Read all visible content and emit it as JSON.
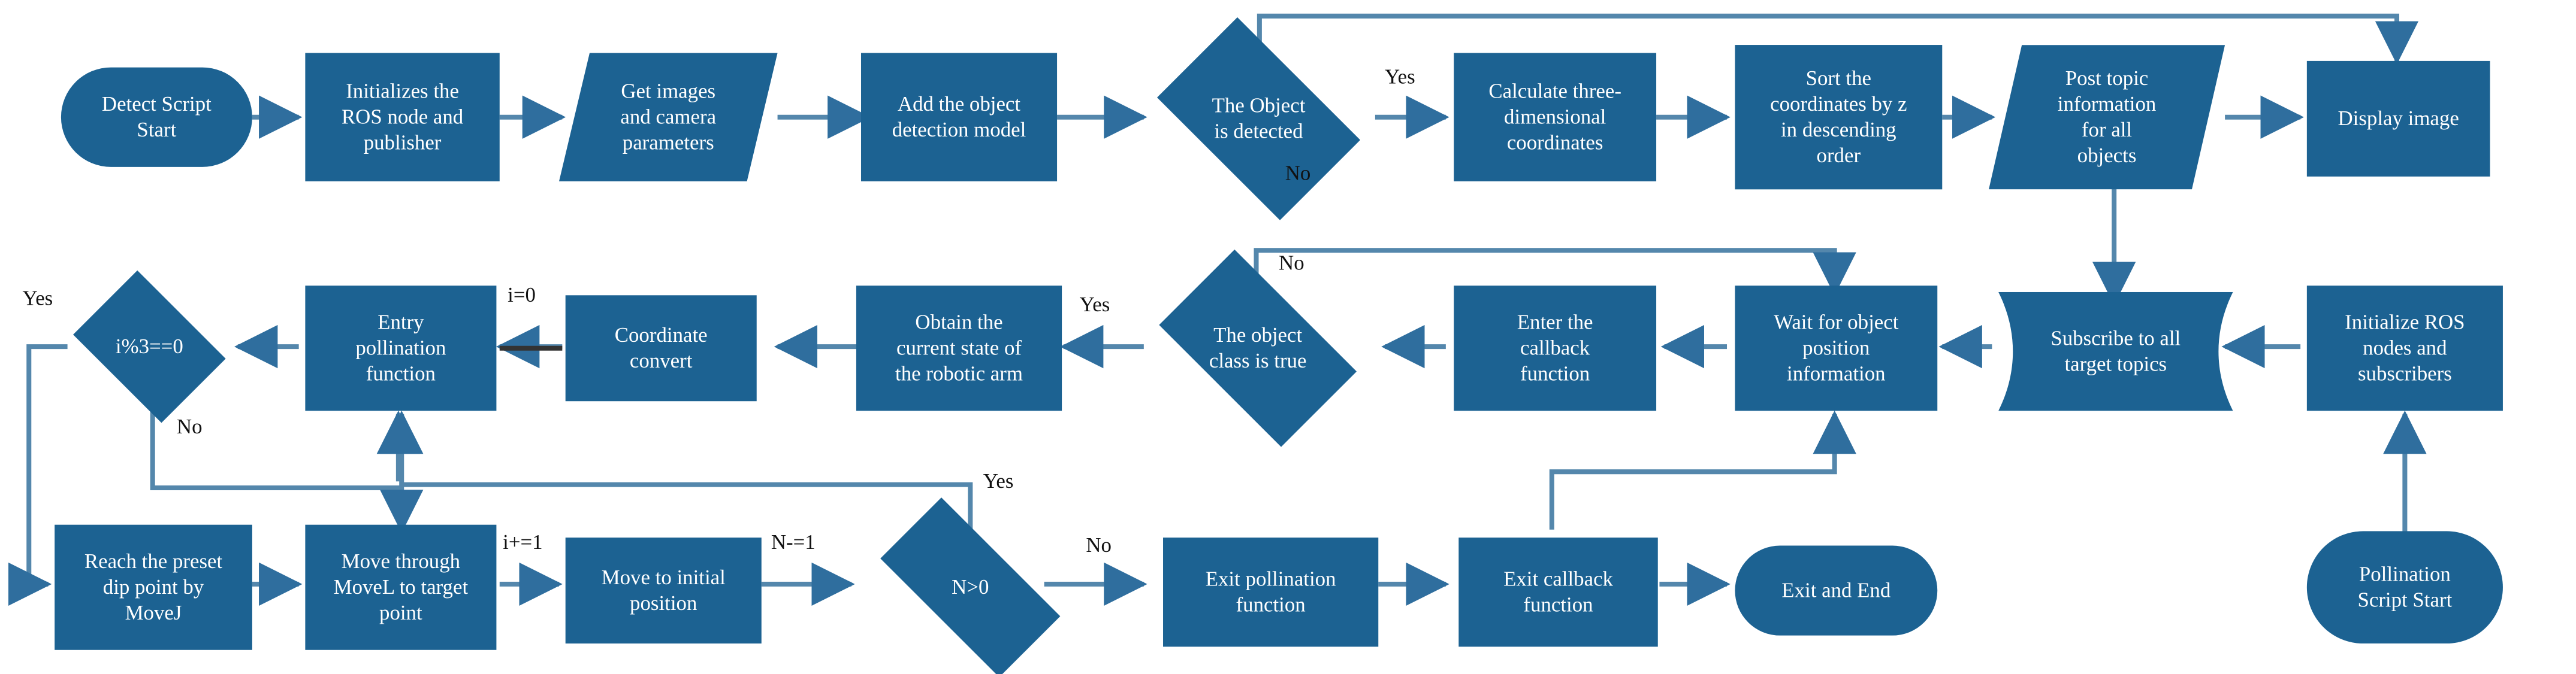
{
  "diagram": {
    "title": "Pollination robot ROS flowchart",
    "accent_color": "#1C6292",
    "line_color": "#4C7FA8",
    "label_color": "#111111",
    "bg_color": "#FFFFFF"
  },
  "nodes": {
    "detect_script_start": {
      "label": "Detect Script\nStart",
      "shape": "terminator"
    },
    "init_ros_node_publisher": {
      "label": "Initializes the\nROS node and\npublisher",
      "shape": "process"
    },
    "get_images_camera_params": {
      "label": "Get images\nand camera\nparameters",
      "shape": "parallelogram"
    },
    "add_detection_model": {
      "label": "Add the object\ndetection model",
      "shape": "process"
    },
    "object_is_detected": {
      "label": "The Object\nis detected",
      "shape": "decision"
    },
    "calculate_3d_coordinates": {
      "label": "Calculate three-\ndimensional\ncoordinates",
      "shape": "process"
    },
    "sort_coordinates_z": {
      "label": "Sort the\ncoordinates by z\nin descending\norder",
      "shape": "process"
    },
    "post_topic_info": {
      "label": "Post topic\ninformation\nfor all\nobjects",
      "shape": "parallelogram"
    },
    "display_image": {
      "label": "Display image",
      "shape": "process"
    },
    "i_mod_3": {
      "label": "i%3==0",
      "shape": "decision"
    },
    "entry_pollination_function": {
      "label": "Entry\npollination\nfunction",
      "shape": "process"
    },
    "coordinate_convert": {
      "label": "Coordinate\nconvert",
      "shape": "process"
    },
    "obtain_arm_state": {
      "label": "Obtain the\ncurrent state of\nthe robotic arm",
      "shape": "process"
    },
    "object_class_is_true": {
      "label": "The object\nclass is true",
      "shape": "decision"
    },
    "enter_callback_function": {
      "label": "Enter the\ncallback\nfunction",
      "shape": "process"
    },
    "wait_object_position": {
      "label": "Wait for object\nposition\ninformation",
      "shape": "process"
    },
    "subscribe_target_topics": {
      "label": "Subscribe to all\ntarget topics",
      "shape": "document"
    },
    "init_ros_nodes_subscribers": {
      "label": "Initialize ROS\nnodes and\nsubscribers",
      "shape": "process"
    },
    "reach_preset_dip_point": {
      "label": "Reach the preset\ndip point by\nMoveJ",
      "shape": "process"
    },
    "move_movel_target": {
      "label": "Move through\nMoveL to target\npoint",
      "shape": "process"
    },
    "move_initial_position": {
      "label": "Move to initial\nposition",
      "shape": "process"
    },
    "n_greater_zero": {
      "label": "N>0",
      "shape": "decision"
    },
    "exit_pollination_function": {
      "label": "Exit pollination\nfunction",
      "shape": "process"
    },
    "exit_callback_function": {
      "label": "Exit callback\nfunction",
      "shape": "process"
    },
    "exit_and_end": {
      "label": "Exit and End",
      "shape": "terminator"
    },
    "pollination_script_start": {
      "label": "Pollination\nScript Start",
      "shape": "terminator"
    }
  },
  "edge_labels": {
    "detected_yes": "Yes",
    "detected_no": "No",
    "imod3_yes": "Yes",
    "imod3_no": "No",
    "class_true_yes": "Yes",
    "class_true_no": "No",
    "i_equals_zero": "i=0",
    "i_plus_equals_one": "i+=1",
    "n_minus_equals_one": "N-=1",
    "n_yes": "Yes",
    "n_no": "No"
  }
}
